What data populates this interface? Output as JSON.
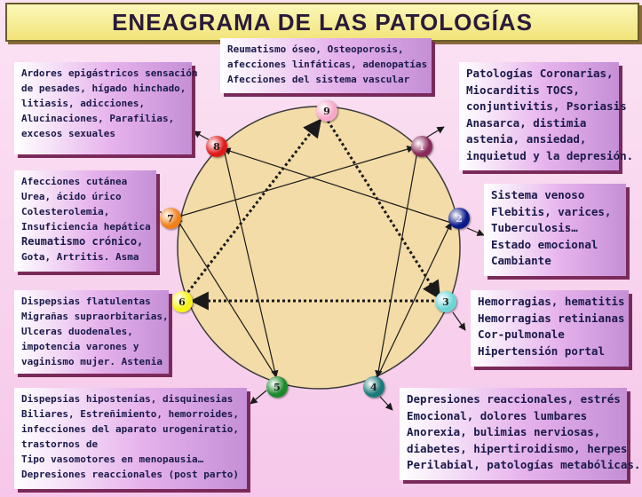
{
  "title": "ENEAGRAMA DE LAS PATOLOGÍAS",
  "colors": {
    "circle_fill": "#f3dca8",
    "box_shadow": "#7a2a5a",
    "line": "#1a1a1a"
  },
  "nodes": [
    {
      "label": "9",
      "color": "#f7a8c8"
    },
    {
      "label": "1",
      "color": "#8a2a5a"
    },
    {
      "label": "2",
      "color": "#0a1a8a"
    },
    {
      "label": "3",
      "color": "#6ad6d6"
    },
    {
      "label": "4",
      "color": "#1a7a7a"
    },
    {
      "label": "5",
      "color": "#1a8a2a"
    },
    {
      "label": "6",
      "color": "#f7f21a"
    },
    {
      "label": "7",
      "color": "#f0801a"
    },
    {
      "label": "8",
      "color": "#e01a1a"
    }
  ],
  "boxes": {
    "top": [
      "Reumatismo óseo, Osteoporosis,",
      "afecciones linfáticas, adenopatías",
      "Afecciones del sistema vascular"
    ],
    "b1": [
      "Patologías Coronarias,",
      "Miocarditis TOCS,",
      "conjuntivitis, Psoriasis",
      "Anasarca, distimia",
      "astenia, ansiedad,",
      "inquietud y la depresión."
    ],
    "b2": [
      "Sistema venoso",
      "Flebitis, varices,",
      "Tuberculosis…",
      "Estado emocional",
      "Cambiante"
    ],
    "b3": [
      "Hemorragias, hematitis",
      "Hemorragias retinianas",
      "Cor-pulmonale",
      "Hipertensión portal"
    ],
    "b4": [
      "Depresiones reaccionales, estrés",
      "Emocional, dolores lumbares",
      "Anorexia, bulimias nerviosas,",
      "diabetes, hipertiroidismo, herpes",
      "Perilabial, patologías metabólicas."
    ],
    "b5": [
      "Dispepsias hipostenias, disquinesias",
      "Biliares, Estreñimiento, hemorroides,",
      "infecciones del aparato urogeniratio,",
      "trastornos de",
      "Tipo vasomotores en menopausia…",
      "Depresiones reaccionales (post parto)"
    ],
    "b6": [
      "Dispepsias flatulentas",
      "Migrañas supraorbitarias,",
      "Ulceras duodenales,",
      "impotencia varones y",
      "vaginismo mujer. Astenia"
    ],
    "b7": [
      "Afecciones cutánea",
      "Urea, ácido úrico",
      "Colesterolemia,",
      "Insuficiencia hepática",
      "Reumatismo crónico,",
      "Gota, Artritis. Asma"
    ],
    "b8": [
      "Ardores epigástricos sensación",
      "de pesades, hígado hinchado,",
      "litiasis, adicciones,",
      "Alucinaciones, Parafilias,",
      "excesos sexuales"
    ]
  }
}
